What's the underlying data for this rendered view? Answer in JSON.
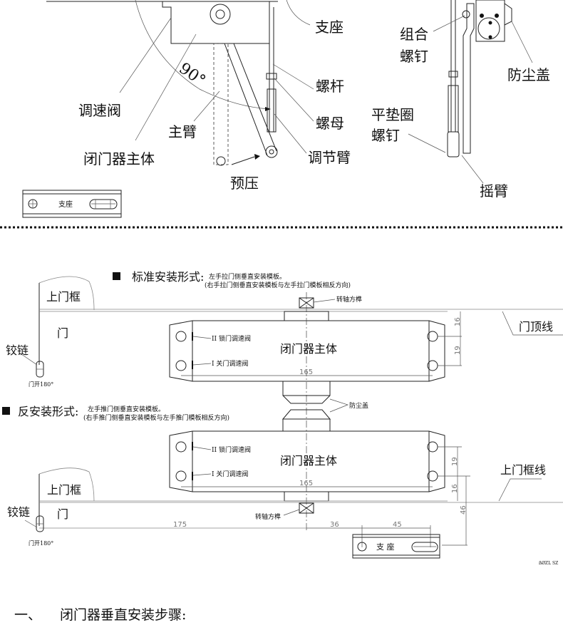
{
  "top_diagram": {
    "labels": {
      "speed_valve": "调速阀",
      "closer_body": "闭门器主体",
      "main_arm": "主臂",
      "preload": "预压",
      "adjust_arm": "调节臂",
      "screw_rod": "螺杆",
      "nut": "螺母",
      "bracket": "支座",
      "angle": "90°",
      "combo_screw_1": "组合",
      "combo_screw_2": "螺钉",
      "dust_cover": "防尘盖",
      "washer_screw_1": "平垫圈",
      "washer_screw_2": "螺钉",
      "rocker_arm": "摇臂"
    },
    "bracket_plate_label": "支座"
  },
  "standard_install": {
    "title": "标准安装形式:",
    "note_1": "左手拉门侧垂直安装模板。",
    "note_2": "(右手拉门侧垂直安装模板与左手拉门模板相反方向)",
    "upper_frame": "上门框",
    "door": "门",
    "hinge": "铰链",
    "door_open": "门开180°",
    "shaft_label": "转轴方榫",
    "valve_2": "II 锁门调速阀",
    "valve_1": "I 关门调速阀",
    "body_label": "闭门器主体",
    "door_top_line": "门顶线",
    "dims": {
      "width": "165",
      "top_offset": "16",
      "hole_spacing": "19"
    }
  },
  "reverse_install": {
    "title": "反安装形式:",
    "note_1": "左手推门侧垂直安装模板。",
    "note_2": "(右手推门侧垂直安装模板与左手推门模板相反方向)",
    "dust_cover": "防尘盖",
    "valve_2": "II 锁门调速阀",
    "valve_1": "I 关门调速阀",
    "body_label": "闭门器主体",
    "upper_frame": "上门框",
    "door": "门",
    "hinge": "铰链",
    "door_open": "门开180°",
    "shaft_label": "转轴方榫",
    "frame_line": "上门框线",
    "bracket_label": "支  座",
    "dims": {
      "width": "165",
      "hole_spacing": "19",
      "bottom_offset": "16",
      "bracket_height": "46",
      "hinge_to_shaft": "175",
      "shaft_to_bracket": "36",
      "bracket_holes": "45"
    },
    "drawing_code": "ßØZL SZ"
  },
  "step_heading": {
    "number": "一、",
    "text": "闭门器垂直安装步骤:"
  }
}
